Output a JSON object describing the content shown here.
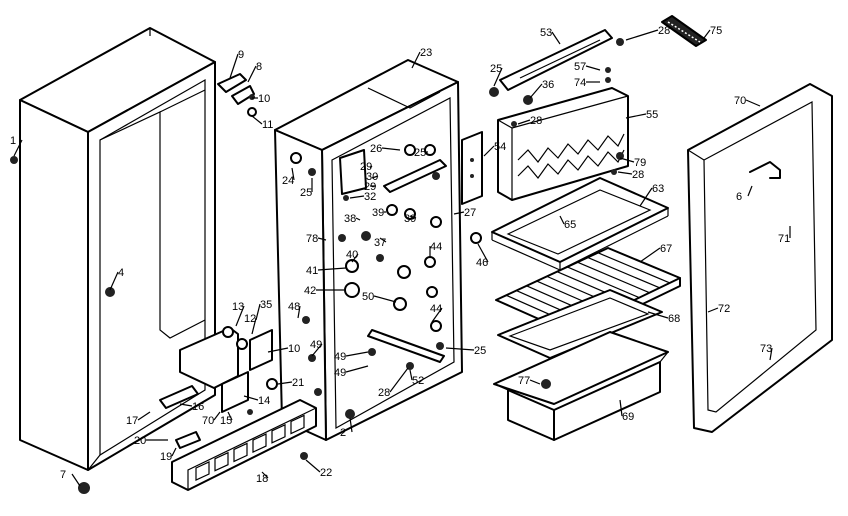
{
  "diagram": {
    "callouts": [
      {
        "id": "c1",
        "text": "1"
      },
      {
        "id": "c2",
        "text": "2"
      },
      {
        "id": "c4",
        "text": "4"
      },
      {
        "id": "c6",
        "text": "6"
      },
      {
        "id": "c7",
        "text": "7"
      },
      {
        "id": "c8",
        "text": "8"
      },
      {
        "id": "c9",
        "text": "9"
      },
      {
        "id": "c10a",
        "text": "10"
      },
      {
        "id": "c10b",
        "text": "10"
      },
      {
        "id": "c11",
        "text": "11"
      },
      {
        "id": "c12",
        "text": "12"
      },
      {
        "id": "c13",
        "text": "13"
      },
      {
        "id": "c14",
        "text": "14"
      },
      {
        "id": "c15",
        "text": "15"
      },
      {
        "id": "c16",
        "text": "16"
      },
      {
        "id": "c17",
        "text": "17"
      },
      {
        "id": "c18",
        "text": "18"
      },
      {
        "id": "c19",
        "text": "19"
      },
      {
        "id": "c20",
        "text": "20"
      },
      {
        "id": "c21",
        "text": "21"
      },
      {
        "id": "c22",
        "text": "22"
      },
      {
        "id": "c23",
        "text": "23"
      },
      {
        "id": "c24",
        "text": "24"
      },
      {
        "id": "c25a",
        "text": "25"
      },
      {
        "id": "c25b",
        "text": "25"
      },
      {
        "id": "c25c",
        "text": "25"
      },
      {
        "id": "c25d",
        "text": "25"
      },
      {
        "id": "c26",
        "text": "26"
      },
      {
        "id": "c27",
        "text": "27"
      },
      {
        "id": "c28a",
        "text": "28"
      },
      {
        "id": "c28b",
        "text": "28"
      },
      {
        "id": "c28c",
        "text": "28"
      },
      {
        "id": "c28d",
        "text": "28"
      },
      {
        "id": "c29a",
        "text": "29"
      },
      {
        "id": "c29b",
        "text": "29"
      },
      {
        "id": "c30",
        "text": "30"
      },
      {
        "id": "c32",
        "text": "32"
      },
      {
        "id": "c35",
        "text": "35"
      },
      {
        "id": "c36",
        "text": "36"
      },
      {
        "id": "c37",
        "text": "37"
      },
      {
        "id": "c38",
        "text": "38"
      },
      {
        "id": "c39a",
        "text": "39"
      },
      {
        "id": "c39b",
        "text": "39"
      },
      {
        "id": "c40",
        "text": "40"
      },
      {
        "id": "c41",
        "text": "41"
      },
      {
        "id": "c42",
        "text": "42"
      },
      {
        "id": "c44a",
        "text": "44"
      },
      {
        "id": "c44b",
        "text": "44"
      },
      {
        "id": "c46",
        "text": "46"
      },
      {
        "id": "c48",
        "text": "48"
      },
      {
        "id": "c49a",
        "text": "49"
      },
      {
        "id": "c49b",
        "text": "49"
      },
      {
        "id": "c49c",
        "text": "49"
      },
      {
        "id": "c50",
        "text": "50"
      },
      {
        "id": "c52",
        "text": "52"
      },
      {
        "id": "c53",
        "text": "53"
      },
      {
        "id": "c54",
        "text": "54"
      },
      {
        "id": "c55",
        "text": "55"
      },
      {
        "id": "c57",
        "text": "57"
      },
      {
        "id": "c63",
        "text": "63"
      },
      {
        "id": "c65",
        "text": "65"
      },
      {
        "id": "c67",
        "text": "67"
      },
      {
        "id": "c68",
        "text": "68"
      },
      {
        "id": "c69",
        "text": "69"
      },
      {
        "id": "c70a",
        "text": "70"
      },
      {
        "id": "c70b",
        "text": "70"
      },
      {
        "id": "c71",
        "text": "71"
      },
      {
        "id": "c72",
        "text": "72"
      },
      {
        "id": "c73",
        "text": "73"
      },
      {
        "id": "c74",
        "text": "74"
      },
      {
        "id": "c75",
        "text": "75"
      },
      {
        "id": "c77",
        "text": "77"
      },
      {
        "id": "c78",
        "text": "78"
      },
      {
        "id": "c79",
        "text": "79"
      }
    ]
  }
}
